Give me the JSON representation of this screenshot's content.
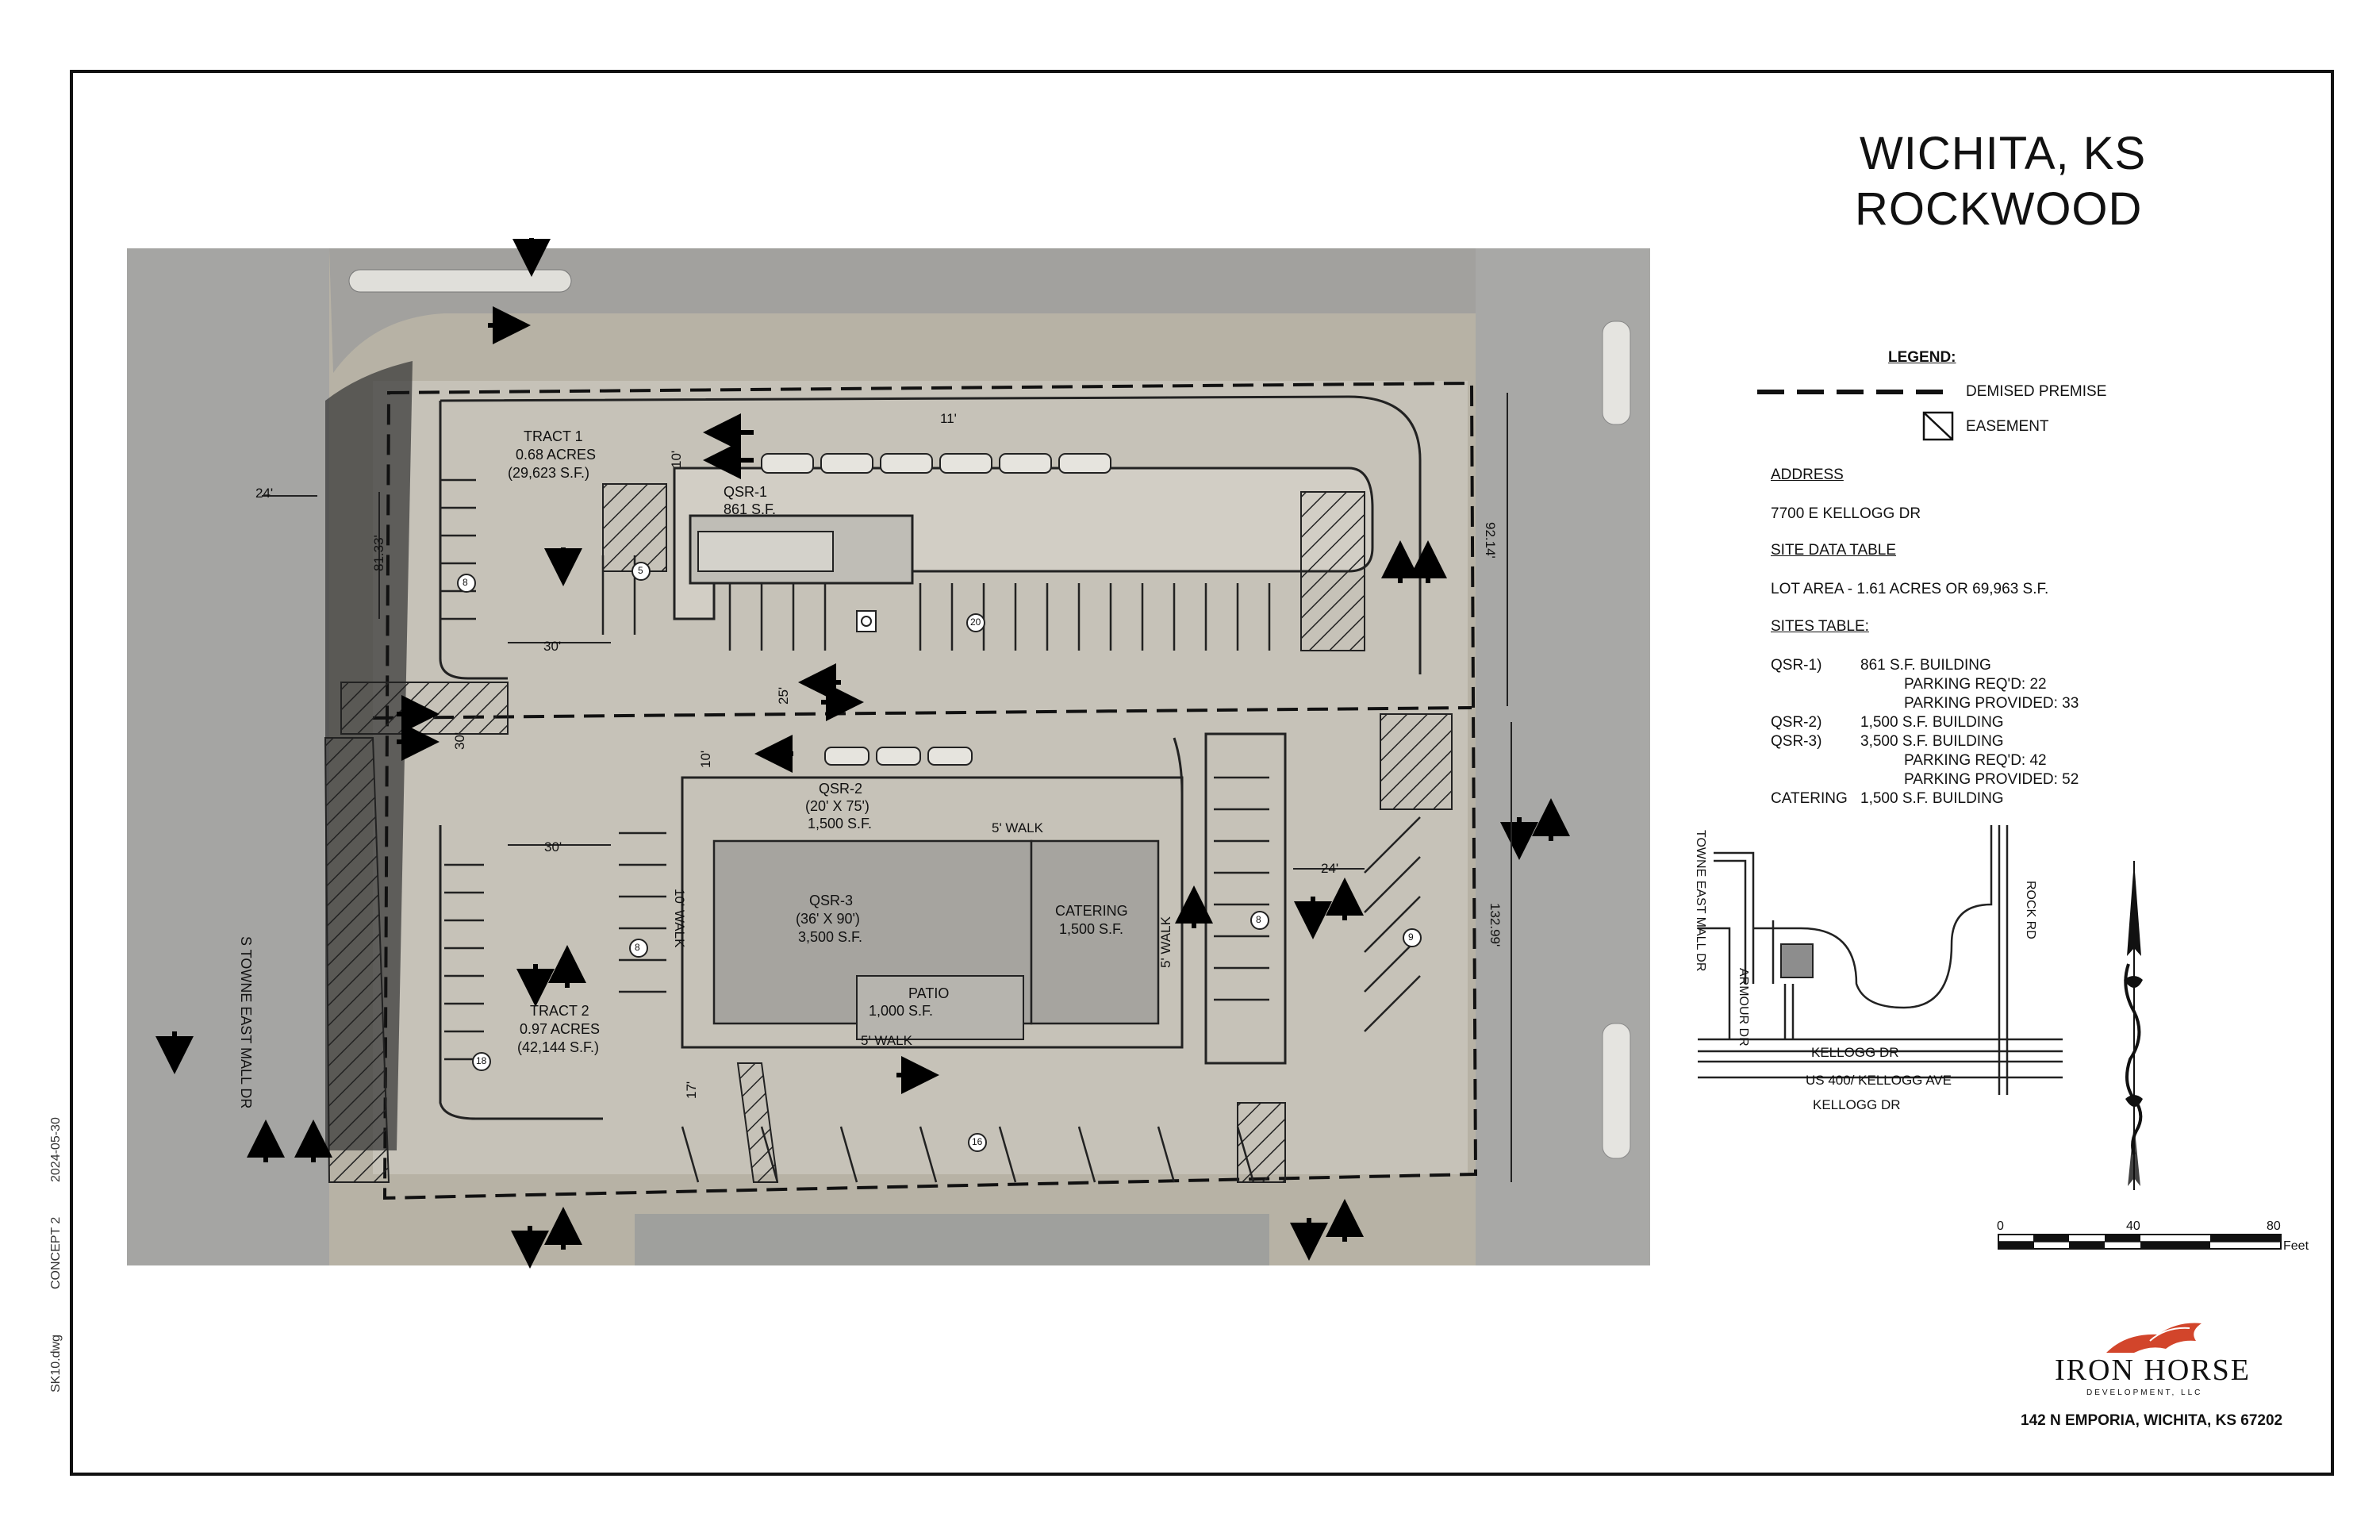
{
  "title": {
    "line1": "WICHITA, KS",
    "line2": "ROCKWOOD"
  },
  "legend": {
    "title": "LEGEND:",
    "demised": "DEMISED PREMISE",
    "easement": "EASEMENT"
  },
  "address": {
    "heading": "ADDRESS",
    "value": "7700 E KELLOGG DR"
  },
  "site_data": {
    "heading": "SITE DATA TABLE",
    "lot_area": "LOT AREA - 1.61 ACRES OR 69,963 S.F."
  },
  "sites_table": {
    "heading": "SITES TABLE:",
    "rows": [
      {
        "label": "QSR-1)",
        "text": "861 S.F. BUILDING"
      },
      {
        "label": "",
        "text": "PARKING REQ'D: 22"
      },
      {
        "label": "",
        "text": "PARKING PROVIDED: 33"
      },
      {
        "label": "QSR-2)",
        "text": "1,500 S.F. BUILDING"
      },
      {
        "label": "QSR-3)",
        "text": "3,500 S.F. BUILDING"
      },
      {
        "label": "",
        "text": "PARKING REQ'D: 42"
      },
      {
        "label": "",
        "text": "PARKING PROVIDED: 52"
      },
      {
        "label": "CATERING",
        "text": "1,500 S.F. BUILDING"
      }
    ]
  },
  "vicinity": {
    "towne_east": "TOWNE EAST MALL DR",
    "rock_rd": "ROCK RD",
    "armour": "ARMOUR DR",
    "kellogg_dr_n": "KELLOGG DR",
    "us400": "US 400/ KELLOGG AVE",
    "kellogg_dr_s": "KELLOGG DR"
  },
  "scale_bar": {
    "t0": "0",
    "t40": "40",
    "t80": "80",
    "unit": "Feet"
  },
  "logo": {
    "name": "IRON HORSE",
    "sub": "DEVELOPMENT, LLC",
    "address": "142 N EMPORIA, WICHITA, KS 67202"
  },
  "stamps": {
    "date": "2024-05-30",
    "concept": "CONCEPT 2",
    "file": "SK10.dwg"
  },
  "site_labels": {
    "tract1": "TRACT 1",
    "tract1_area": "0.68 ACRES",
    "tract1_sf": "(29,623 S.F.)",
    "tract2": "TRACT 2",
    "tract2_area": "0.97 ACRES",
    "tract2_sf": "(42,144 S.F.)",
    "qsr1": "QSR-1",
    "qsr1_sf": "861 S.F.",
    "qsr2": "QSR-2",
    "qsr2_dim": "(20' X 75')",
    "qsr2_sf": "1,500 S.F.",
    "qsr3": "QSR-3",
    "qsr3_dim": "(36' X 90')",
    "qsr3_sf": "3,500 S.F.",
    "catering": "CATERING",
    "catering_sf": "1,500 S.F.",
    "patio": "PATIO",
    "patio_sf": "1,000 S.F.",
    "walk5_a": "5' WALK",
    "walk5_b": "5' WALK",
    "walk5_c": "5' WALK",
    "walk10": "10' WALK",
    "street_w": "S TOWNE EAST MALL DR",
    "d24_w": "24'",
    "d81": "81.33'",
    "d30_a": "30'",
    "d30_b": "30'",
    "d30_c": "30'",
    "d10_a": "10'",
    "d10_b": "10'",
    "d11": "11'",
    "d25": "25'",
    "d17": "17'",
    "d92": "92.14'",
    "d132": "132.99'",
    "d24_e": "24'",
    "n8a": "8",
    "n5": "5",
    "n20": "20",
    "n8b": "8",
    "n18": "18",
    "n16": "16",
    "n8c": "8",
    "n9": "9"
  },
  "colors": {
    "ink": "#111111",
    "aerial_base": "#b9b4a8",
    "pavement": "#a8a8a6",
    "logo_red": "#d2452b"
  },
  "icons": [
    "north-arrow-icon",
    "handicap-icon",
    "iron-horse-logo-icon",
    "traffic-arrow-icon"
  ]
}
